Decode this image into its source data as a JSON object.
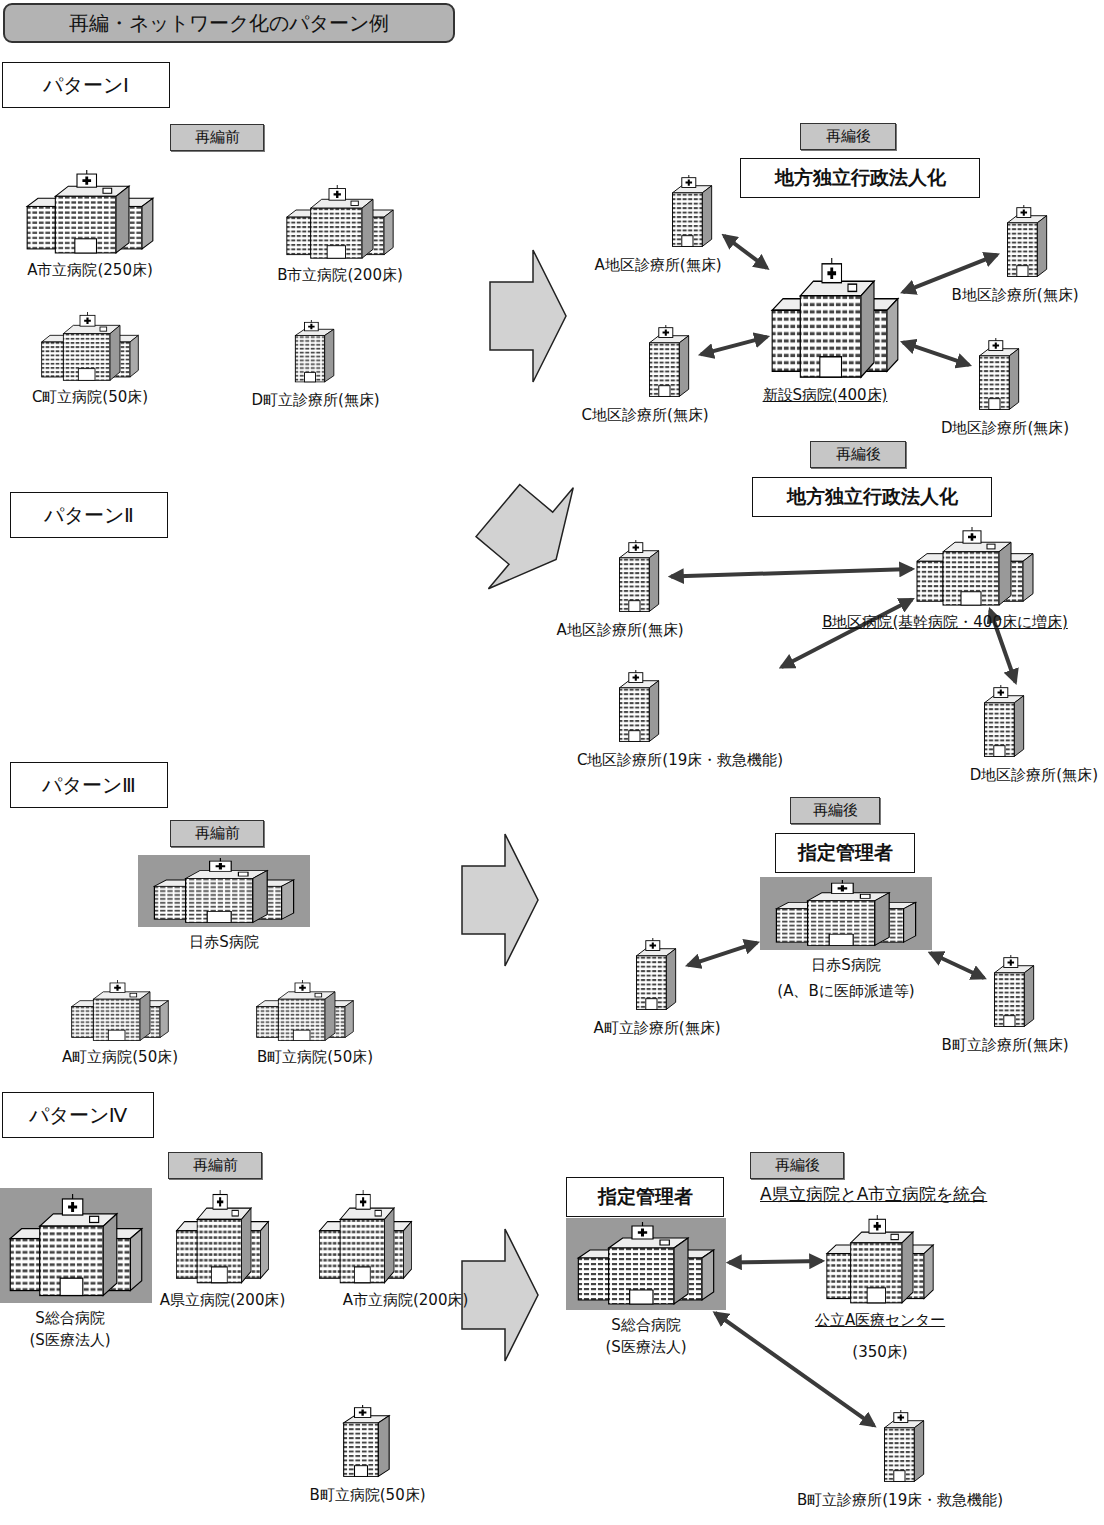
{
  "diagram": {
    "title": "再編・ネットワーク化のパターン例",
    "nodes": [
      {
        "text": [
          "パターンⅠ"
        ]
      },
      {
        "text": [
          "再編前"
        ]
      },
      {
        "text": [
          "再編後"
        ]
      },
      {
        "text": [
          "地方独立行政法人化"
        ]
      },
      {
        "text": [
          "A市立病院(250床)"
        ]
      },
      {
        "text": [
          "B市立病院(200床)"
        ]
      },
      {
        "text": [
          "C町立病院(50床)"
        ]
      },
      {
        "text": [
          "D町立診療所(無床)"
        ]
      },
      {
        "text": [
          "A地区診療所(無床)"
        ]
      },
      {
        "text": [
          "新設S病院(400床)"
        ]
      },
      {
        "text": [
          "B地区診療所(無床)"
        ]
      },
      {
        "text": [
          "C地区診療所(無床)"
        ]
      },
      {
        "text": [
          "D地区診療所(無床)"
        ]
      },
      {
        "text": [
          "再編後"
        ]
      },
      {
        "text": [
          "パターンⅡ"
        ]
      },
      {
        "text": [
          "地方独立行政法人化"
        ]
      },
      {
        "text": [
          "A地区診療所(無床)"
        ]
      },
      {
        "text": [
          "B地区病院(基幹病院・400床に増床)"
        ]
      },
      {
        "text": [
          "C地区診療所(19床・救急機能)"
        ]
      },
      {
        "text": [
          "D地区診療所(無床)"
        ]
      },
      {
        "text": [
          "パターンⅢ"
        ]
      },
      {
        "text": [
          "再編前"
        ]
      },
      {
        "text": [
          "再編後"
        ]
      },
      {
        "text": [
          "指定管理者"
        ]
      },
      {
        "text": [
          "日赤S病院"
        ]
      },
      {
        "text": [
          "日赤S病院",
          "(A、Bに医師派遣等)"
        ]
      },
      {
        "text": [
          "A町立病院(50床)"
        ]
      },
      {
        "text": [
          "B町立病院(50床)"
        ]
      },
      {
        "text": [
          "A町立診療所(無床)"
        ]
      },
      {
        "text": [
          "B町立診療所(無床)"
        ]
      },
      {
        "text": [
          "パターンⅣ"
        ]
      },
      {
        "text": [
          "再編前"
        ]
      },
      {
        "text": [
          "再編後"
        ]
      },
      {
        "text": [
          "指定管理者"
        ]
      },
      {
        "text": [
          "S総合病院",
          "(S医療法人)"
        ]
      },
      {
        "text": [
          "A県立病院(200床)"
        ]
      },
      {
        "text": [
          "A市立病院(200床)"
        ]
      },
      {
        "text": [
          "S総合病院",
          "(S医療法人)"
        ]
      },
      {
        "text": [
          "公立A医療センター",
          "(350床)"
        ]
      },
      {
        "text": [
          "B町立病院(50床)"
        ]
      },
      {
        "text": [
          "B町立診療所(19床・救急機能)"
        ]
      }
    ],
    "edges": [
      {
        "from": 9,
        "to": 8,
        "arrow": "both"
      },
      {
        "from": 9,
        "to": 10,
        "arrow": "both"
      },
      {
        "from": 9,
        "to": 11,
        "arrow": "both"
      },
      {
        "from": 9,
        "to": 12,
        "arrow": "both"
      },
      {
        "from": 17,
        "to": 16,
        "arrow": "both"
      },
      {
        "from": 17,
        "to": 18,
        "arrow": "both"
      },
      {
        "from": 17,
        "to": 19,
        "arrow": "both"
      },
      {
        "from": 25,
        "to": 28,
        "arrow": "both"
      },
      {
        "from": 25,
        "to": 29,
        "arrow": "both"
      },
      {
        "from": 37,
        "to": 38,
        "arrow": "both"
      },
      {
        "from": 37,
        "to": 40,
        "arrow": "both"
      }
    ],
    "labels": [
      "A県立病院とA市立病院を統合"
    ]
  }
}
